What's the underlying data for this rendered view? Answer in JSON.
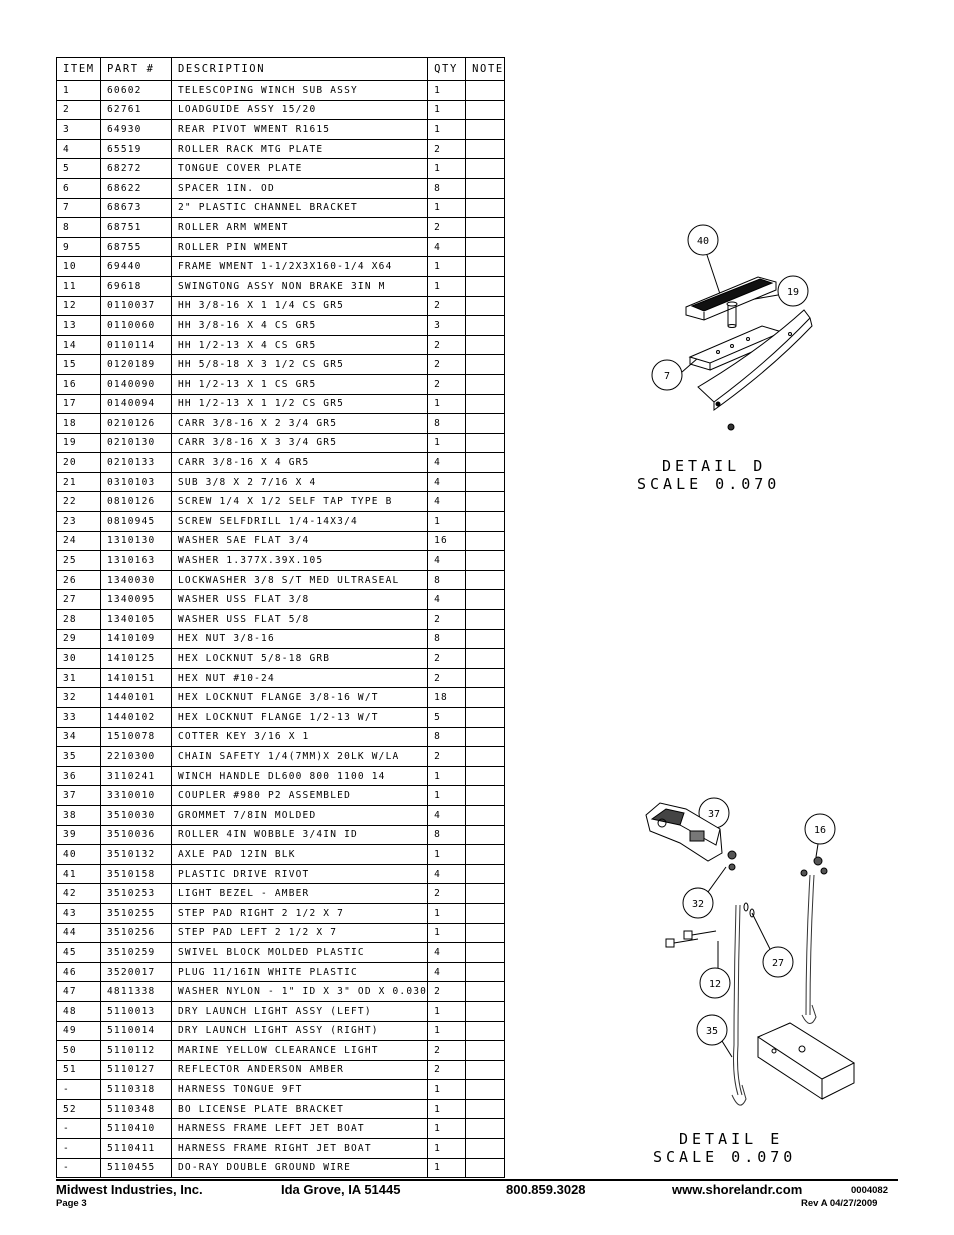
{
  "table": {
    "headers": {
      "item": "ITEM",
      "part": "PART #",
      "desc": "DESCRIPTION",
      "qty": "QTY",
      "note": "NOTE"
    },
    "rows": [
      [
        "1",
        "60602",
        "TELESCOPING WINCH SUB ASSY",
        "1",
        ""
      ],
      [
        "2",
        "62761",
        "LOADGUIDE ASSY 15/20",
        "1",
        ""
      ],
      [
        "3",
        "64930",
        "REAR PIVOT WMENT R1615",
        "1",
        ""
      ],
      [
        "4",
        "65519",
        "ROLLER RACK MTG PLATE",
        "2",
        ""
      ],
      [
        "5",
        "68272",
        "TONGUE COVER PLATE",
        "1",
        ""
      ],
      [
        "6",
        "68622",
        "SPACER 1IN. OD",
        "8",
        ""
      ],
      [
        "7",
        "68673",
        "2\" PLASTIC CHANNEL BRACKET",
        "1",
        ""
      ],
      [
        "8",
        "68751",
        "ROLLER ARM WMENT",
        "2",
        ""
      ],
      [
        "9",
        "68755",
        "ROLLER PIN WMENT",
        "4",
        ""
      ],
      [
        "10",
        "69440",
        "FRAME WMENT 1-1/2X3X160-1/4 X64",
        "1",
        ""
      ],
      [
        "11",
        "69618",
        "SWINGTONG ASSY NON BRAKE 3IN M",
        "1",
        ""
      ],
      [
        "12",
        "0110037",
        "HH 3/8-16 X 1 1/4 CS GR5",
        "2",
        ""
      ],
      [
        "13",
        "0110060",
        "HH 3/8-16 X 4 CS GR5",
        "3",
        ""
      ],
      [
        "14",
        "0110114",
        "HH 1/2-13 X 4 CS GR5",
        "2",
        ""
      ],
      [
        "15",
        "0120189",
        "HH 5/8-18 X 3 1/2 CS GR5",
        "2",
        ""
      ],
      [
        "16",
        "0140090",
        "HH 1/2-13 X 1 CS GR5",
        "2",
        ""
      ],
      [
        "17",
        "0140094",
        "HH 1/2-13 X 1 1/2 CS GR5",
        "1",
        ""
      ],
      [
        "18",
        "0210126",
        "CARR 3/8-16 X 2 3/4 GR5",
        "8",
        ""
      ],
      [
        "19",
        "0210130",
        "CARR 3/8-16 X 3 3/4 GR5",
        "1",
        ""
      ],
      [
        "20",
        "0210133",
        "CARR 3/8-16 X 4 GR5",
        "4",
        ""
      ],
      [
        "21",
        "0310103",
        "SUB 3/8 X 2 7/16 X 4",
        "4",
        ""
      ],
      [
        "22",
        "0810126",
        "SCREW 1/4 X 1/2 SELF TAP TYPE B",
        "4",
        ""
      ],
      [
        "23",
        "0810945",
        "SCREW SELFDRILL 1/4-14X3/4",
        "1",
        ""
      ],
      [
        "24",
        "1310130",
        "WASHER SAE FLAT 3/4",
        "16",
        ""
      ],
      [
        "25",
        "1310163",
        "WASHER 1.377X.39X.105",
        "4",
        ""
      ],
      [
        "26",
        "1340030",
        "LOCKWASHER 3/8 S/T MED ULTRASEAL",
        "8",
        ""
      ],
      [
        "27",
        "1340095",
        "WASHER USS FLAT 3/8",
        "4",
        ""
      ],
      [
        "28",
        "1340105",
        "WASHER USS FLAT 5/8",
        "2",
        ""
      ],
      [
        "29",
        "1410109",
        "HEX NUT 3/8-16",
        "8",
        ""
      ],
      [
        "30",
        "1410125",
        "HEX LOCKNUT 5/8-18 GRB",
        "2",
        ""
      ],
      [
        "31",
        "1410151",
        "HEX NUT #10-24",
        "2",
        ""
      ],
      [
        "32",
        "1440101",
        "HEX LOCKNUT FLANGE 3/8-16 W/T",
        "18",
        ""
      ],
      [
        "33",
        "1440102",
        "HEX LOCKNUT FLANGE 1/2-13 W/T",
        "5",
        ""
      ],
      [
        "34",
        "1510078",
        "COTTER KEY 3/16 X 1",
        "8",
        ""
      ],
      [
        "35",
        "2210300",
        "CHAIN SAFETY 1/4(7MM)X 20LK W/LA",
        "2",
        ""
      ],
      [
        "36",
        "3110241",
        "WINCH HANDLE DL600 800 1100 14",
        "1",
        ""
      ],
      [
        "37",
        "3310010",
        "COUPLER #980 P2 ASSEMBLED",
        "1",
        ""
      ],
      [
        "38",
        "3510030",
        "GROMMET 7/8IN MOLDED",
        "4",
        ""
      ],
      [
        "39",
        "3510036",
        "ROLLER 4IN WOBBLE 3/4IN ID",
        "8",
        ""
      ],
      [
        "40",
        "3510132",
        "AXLE PAD 12IN BLK",
        "1",
        ""
      ],
      [
        "41",
        "3510158",
        "PLASTIC DRIVE RIVOT",
        "4",
        ""
      ],
      [
        "42",
        "3510253",
        "LIGHT BEZEL - AMBER",
        "2",
        ""
      ],
      [
        "43",
        "3510255",
        "STEP PAD RIGHT 2 1/2 X 7",
        "1",
        ""
      ],
      [
        "44",
        "3510256",
        "STEP PAD LEFT 2 1/2 X 7",
        "1",
        ""
      ],
      [
        "45",
        "3510259",
        "SWIVEL BLOCK MOLDED PLASTIC",
        "4",
        ""
      ],
      [
        "46",
        "3520017",
        "PLUG 11/16IN WHITE PLASTIC",
        "4",
        ""
      ],
      [
        "47",
        "4811338",
        "WASHER NYLON - 1\" ID X 3\" OD X 0.030",
        "2",
        ""
      ],
      [
        "48",
        "5110013",
        "DRY LAUNCH LIGHT ASSY (LEFT)",
        "1",
        ""
      ],
      [
        "49",
        "5110014",
        "DRY LAUNCH LIGHT ASSY (RIGHT)",
        "1",
        ""
      ],
      [
        "50",
        "5110112",
        "MARINE YELLOW CLEARANCE LIGHT",
        "2",
        ""
      ],
      [
        "51",
        "5110127",
        "REFLECTOR ANDERSON AMBER",
        "2",
        ""
      ],
      [
        "-",
        "5110318",
        "HARNESS TONGUE 9FT",
        "1",
        ""
      ],
      [
        "52",
        "5110348",
        "BO LICENSE PLATE BRACKET",
        "1",
        ""
      ],
      [
        "-",
        "5110410",
        "HARNESS FRAME LEFT JET BOAT",
        "1",
        ""
      ],
      [
        "-",
        "5110411",
        "HARNESS FRAME RIGHT JET BOAT",
        "1",
        ""
      ],
      [
        "-",
        "5110455",
        "DO-RAY DOUBLE GROUND WIRE",
        "1",
        ""
      ]
    ]
  },
  "detail_d": {
    "title": "DETAIL D",
    "scale": "SCALE 0.070",
    "callouts": {
      "a": "40",
      "b": "19",
      "c": "7"
    }
  },
  "detail_e": {
    "title": "DETAIL E",
    "scale": "SCALE 0.070",
    "callouts": {
      "a": "37",
      "b": "16",
      "c": "32",
      "d": "27",
      "e": "12",
      "f": "35"
    }
  },
  "footer": {
    "company": "Midwest Industries, Inc.",
    "location": "Ida Grove, IA 51445",
    "phone": "800.859.3028",
    "website": "www.shorelandr.com",
    "doc_number": "0004082",
    "page": "Page 3",
    "revision": "Rev A 04/27/2009"
  }
}
